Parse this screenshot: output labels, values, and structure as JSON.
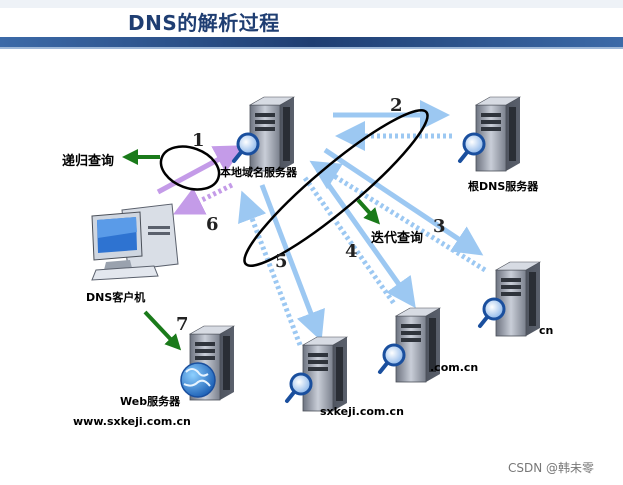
{
  "title": "DNS的解析过程",
  "nodes": {
    "local_dns": "本地域名服务器",
    "root_dns": "根DNS服务器",
    "cn_server": "cn",
    "comcn_server": ".com.cn",
    "sxkeji_server": "sxkeji.com.cn",
    "dns_client": "DNS客户机",
    "web_server": "Web服务器",
    "web_domain": "www.sxkeji.com.cn"
  },
  "annotations": {
    "recursive": "递归查询",
    "iterative": "迭代查询"
  },
  "steps": [
    "1",
    "2",
    "3",
    "4",
    "5",
    "6",
    "7"
  ],
  "colors": {
    "header_band": "#1f3e72",
    "arrow_light_blue": "#9cc8f2",
    "arrow_purple": "#c49be8",
    "arrow_green": "#1a7a1a"
  },
  "watermark": "CSDN @韩未零"
}
